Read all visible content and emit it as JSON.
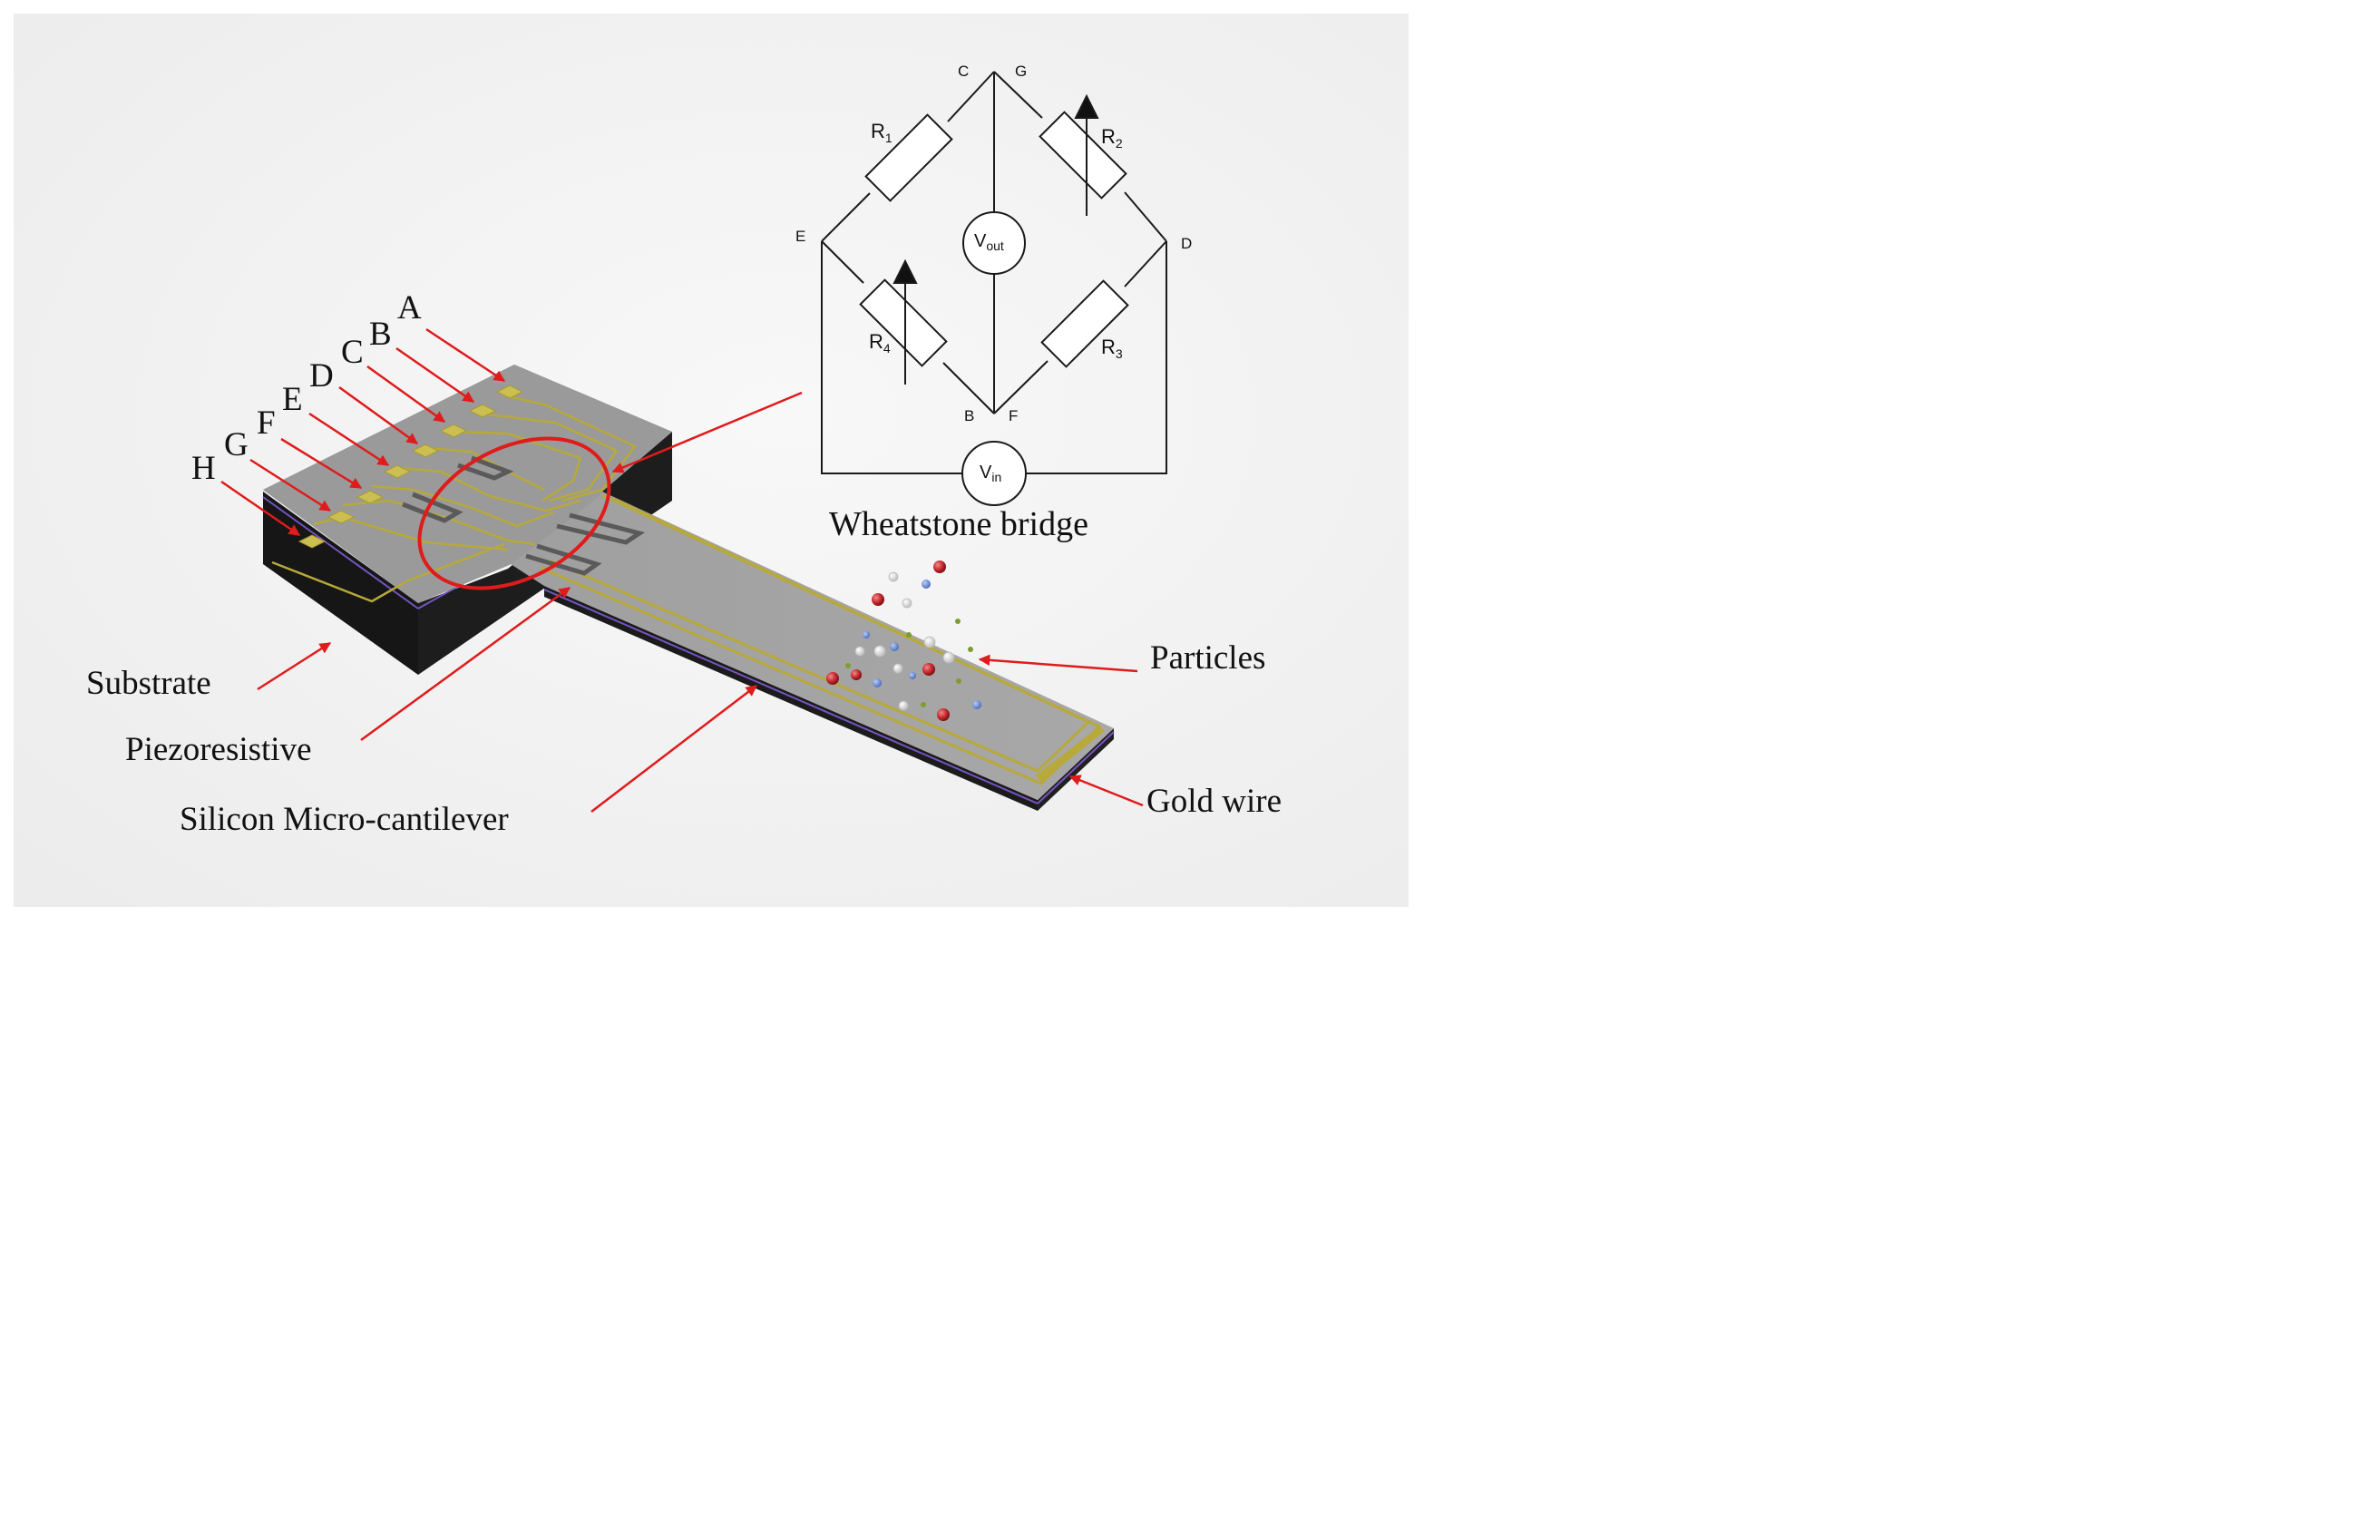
{
  "circuit": {
    "nodes": {
      "C": "C",
      "G": "G",
      "E": "E",
      "D": "D",
      "B": "B",
      "F": "F"
    },
    "resistors": {
      "r1": {
        "main": "R",
        "sub": "1"
      },
      "r2": {
        "main": "R",
        "sub": "2"
      },
      "r3": {
        "main": "R",
        "sub": "3"
      },
      "r4": {
        "main": "R",
        "sub": "4"
      }
    },
    "meters": {
      "vout": {
        "main": "V",
        "sub": "out"
      },
      "vin": {
        "main": "V",
        "sub": "in"
      }
    },
    "title": "Wheatstone bridge"
  },
  "pad_labels": {
    "A": "A",
    "B": "B",
    "C": "C",
    "D": "D",
    "E": "E",
    "F": "F",
    "G": "G",
    "H": "H"
  },
  "callouts": {
    "substrate": "Substrate",
    "piezoresistive": "Piezoresistive",
    "cantilever": "Silicon Micro-cantilever",
    "particles": "Particles",
    "gold_wire": "Gold wire"
  },
  "colors": {
    "background": "#f3f3f3",
    "substrate_top": "#999999",
    "substrate_side": "#151515",
    "gold": "#b7a93a",
    "pad": "#cbbf52",
    "arrow": "#e01b1b",
    "particle_red": "#c8282d",
    "particle_blue": "#5c7fcf",
    "particle_green": "#7f9c30"
  }
}
